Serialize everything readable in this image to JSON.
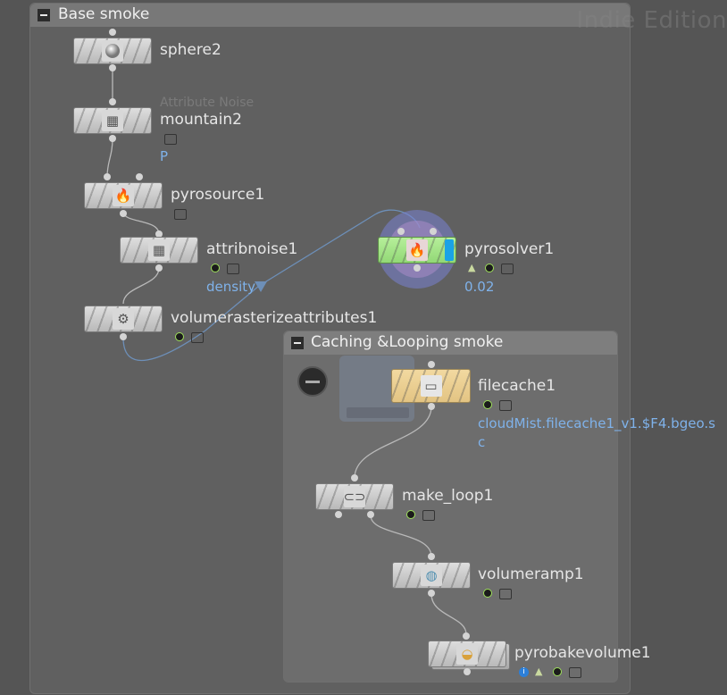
{
  "watermark": "Indie Edition",
  "boxes": {
    "base": {
      "title": "Base smoke"
    },
    "caching": {
      "title": "Caching &Looping smoke"
    }
  },
  "nodes": {
    "sphere2": {
      "label": "sphere2",
      "icon": "sphere-icon"
    },
    "mountain2": {
      "label": "mountain2",
      "faded_label": "Attribute Noise",
      "info": "P",
      "icon": "grid-icon"
    },
    "pyrosource1": {
      "label": "pyrosource1",
      "icon": "fire-icon"
    },
    "attribnoise1": {
      "label": "attribnoise1",
      "info": "density",
      "icon": "grid-icon"
    },
    "volumerasterizeattributes1": {
      "label": "volumerasterizeattributes1",
      "icon": "gear-icon"
    },
    "pyrosolver1": {
      "label": "pyrosolver1",
      "info": "0.02",
      "icon": "fire-icon"
    },
    "filecache1": {
      "label": "filecache1",
      "info_line1": "cloudMist.filecache1_v1.$F4.bgeo.s",
      "info_line2": "c",
      "icon": "disk-icon"
    },
    "make_loop1": {
      "label": "make_loop1",
      "icon": "link-icon"
    },
    "volumeramp1": {
      "label": "volumeramp1",
      "icon": "ramp-icon"
    },
    "pyrobakevolume1": {
      "label": "pyrobakevolume1",
      "icon": "bake-icon"
    }
  },
  "colors": {
    "background": "#555555",
    "filecache_node": "#e3c483",
    "solver_node": "#92d876",
    "solver_flag": "#1aa3e6",
    "info_text": "#7fb2ea"
  }
}
